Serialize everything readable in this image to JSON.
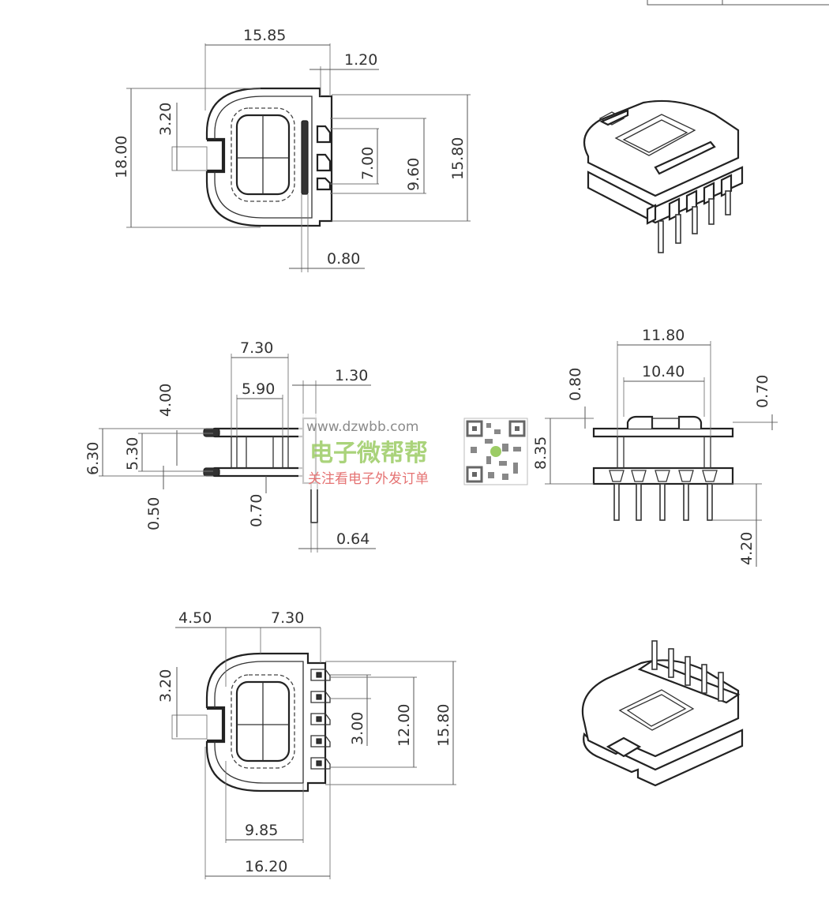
{
  "views": {
    "top": {
      "dims": {
        "width_total": "15.85",
        "pin_pitch_edge": "1.20",
        "slot_height": "3.20",
        "height_total": "18.00",
        "inner_7": "7.00",
        "inner_9": "9.60",
        "height_right": "15.80",
        "pin_thick": "0.80"
      }
    },
    "side": {
      "dims": {
        "w_outer": "7.30",
        "w_inner": "5.90",
        "pin_w": "1.30",
        "h_4": "4.00",
        "h_total": "6.30",
        "h_inner": "5.30",
        "flange": "0.50",
        "gap": "0.70",
        "pin_d": "0.64"
      }
    },
    "front": {
      "dims": {
        "w_outer": "11.80",
        "w_inner": "10.40",
        "top_l": "0.80",
        "top_r": "0.70",
        "h_body": "8.35",
        "pin_len": "4.20"
      }
    },
    "bottom": {
      "dims": {
        "left_w": "4.50",
        "mid_w": "7.30",
        "slot_h": "3.20",
        "pitch": "3.00",
        "span": "12.00",
        "height": "15.80",
        "win_w": "9.85",
        "total_w": "16.20"
      }
    }
  },
  "watermark": {
    "url": "www.dzwbb.com",
    "title": "电子微帮帮",
    "subtitle": "关注看电子外发订单"
  }
}
